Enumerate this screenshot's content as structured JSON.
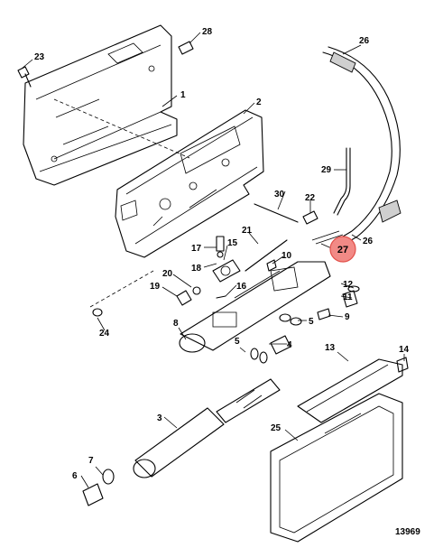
{
  "diagram": {
    "reference_number": "13969",
    "highlight_color": "#f28a86",
    "callouts": [
      {
        "id": "c1",
        "label": "1"
      },
      {
        "id": "c2",
        "label": "2"
      },
      {
        "id": "c3",
        "label": "3"
      },
      {
        "id": "c4",
        "label": "4"
      },
      {
        "id": "c5a",
        "label": "5"
      },
      {
        "id": "c5b",
        "label": "5"
      },
      {
        "id": "c6",
        "label": "6"
      },
      {
        "id": "c7",
        "label": "7"
      },
      {
        "id": "c8",
        "label": "8"
      },
      {
        "id": "c9",
        "label": "9"
      },
      {
        "id": "c10",
        "label": "10"
      },
      {
        "id": "c11",
        "label": "11"
      },
      {
        "id": "c12",
        "label": "12"
      },
      {
        "id": "c13",
        "label": "13"
      },
      {
        "id": "c14",
        "label": "14"
      },
      {
        "id": "c15",
        "label": "15"
      },
      {
        "id": "c16",
        "label": "16"
      },
      {
        "id": "c17",
        "label": "17"
      },
      {
        "id": "c18",
        "label": "18"
      },
      {
        "id": "c19",
        "label": "19"
      },
      {
        "id": "c20",
        "label": "20"
      },
      {
        "id": "c21",
        "label": "21"
      },
      {
        "id": "c22",
        "label": "22"
      },
      {
        "id": "c23",
        "label": "23"
      },
      {
        "id": "c24",
        "label": "24"
      },
      {
        "id": "c25",
        "label": "25"
      },
      {
        "id": "c26a",
        "label": "26"
      },
      {
        "id": "c26b",
        "label": "26"
      },
      {
        "id": "c28",
        "label": "28"
      },
      {
        "id": "c29",
        "label": "29"
      },
      {
        "id": "c30",
        "label": "30"
      }
    ],
    "highlighted_callout": {
      "label": "27"
    }
  }
}
